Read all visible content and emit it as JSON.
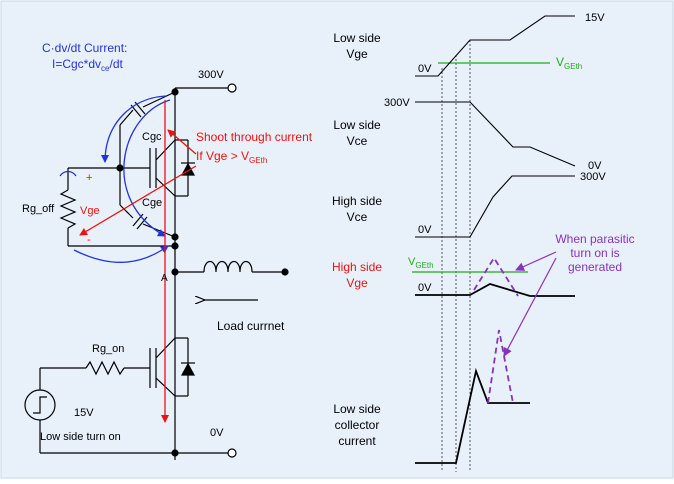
{
  "colors": {
    "background": "#e8f0fa",
    "circuit": "#000000",
    "blue": "#2233dd",
    "red": "#ee1111",
    "green": "#22aa22",
    "purple": "#8833bb"
  },
  "circuit": {
    "cdvdt_line1": "C·dv/dt Current:",
    "cdvdt_line2_pre": "I=Cgc*dv",
    "cdvdt_line2_sub": "ce",
    "cdvdt_line2_post": "/dt",
    "v300": "300V",
    "cgc": "Cgc",
    "cge": "Cge",
    "shoot_through": "Shoot through current",
    "if_vge_pre": "If Vge > V",
    "if_vge_sub": "GEth",
    "rg_off": "Rg_off",
    "vge": "Vge",
    "plus": "+",
    "minus": "-",
    "node_a": "A",
    "load_current": "Load currnet",
    "rg_on": "Rg_on",
    "v15": "15V",
    "low_side_turn_on": "Low side turn on",
    "v0": "0V"
  },
  "waveforms": {
    "low_vge_l1": "Low side",
    "low_vge_l2": "Vge",
    "v15": "15V",
    "v0_top": "0V",
    "vgeth_pre": "V",
    "vgeth_sub": "GEth",
    "low_vce_l1": "Low side",
    "low_vce_l2": "Vce",
    "v300_a": "300V",
    "v0_vce": "0V",
    "high_vce_l1": "High side",
    "high_vce_l2": "Vce",
    "v300_b": "300V",
    "v0_hvce": "0V",
    "high_vge_l1": "High side",
    "high_vge_l2": "Vge",
    "vgeth2_pre": "V",
    "vgeth2_sub": "GEth",
    "v0_hvge": "0V",
    "parasitic_l1": "When parasitic",
    "parasitic_l2": "turn on is",
    "parasitic_l3": "generated",
    "collector_l1": "Low side",
    "collector_l2": "collector",
    "collector_l3": "current"
  }
}
